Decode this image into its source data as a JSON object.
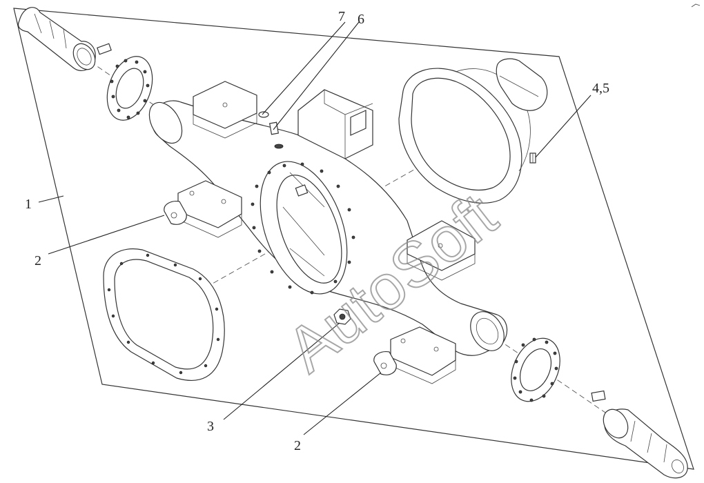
{
  "watermark": "AutoSoft",
  "callouts": {
    "c1": "1",
    "c2a": "2",
    "c2b": "2",
    "c3": "3",
    "c45": "4,5",
    "c6": "6",
    "c7": "7"
  }
}
